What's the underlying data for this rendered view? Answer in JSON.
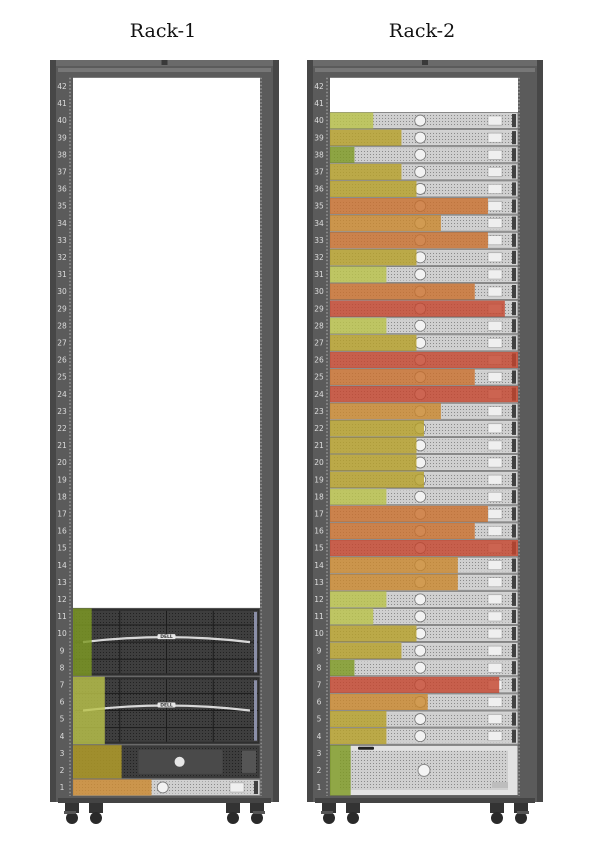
{
  "unit_count": 42,
  "racks": [
    {
      "title": "Rack-1",
      "devices": [
        {
          "unit": 1,
          "height": 1,
          "kind": "server1u",
          "util": 0.42,
          "color": "#c9872e"
        },
        {
          "unit": 2,
          "height": 2,
          "kind": "server2u",
          "util": 0.26,
          "color": "#b6a02a"
        },
        {
          "unit": 4,
          "height": 4,
          "kind": "storage",
          "util": 0.17,
          "color": "#b9c24a"
        },
        {
          "unit": 8,
          "height": 4,
          "kind": "storage",
          "util": 0.1,
          "color": "#7e9a23"
        }
      ]
    },
    {
      "title": "Rack-2",
      "devices": [
        {
          "unit": 1,
          "height": 3,
          "kind": "server3u",
          "util": 0.11,
          "color": "#7e9a23"
        },
        {
          "unit": 4,
          "height": 1,
          "kind": "server1u",
          "util": 0.3,
          "color": "#b6a02a"
        },
        {
          "unit": 5,
          "height": 1,
          "kind": "server1u",
          "util": 0.3,
          "color": "#b6a02a"
        },
        {
          "unit": 6,
          "height": 1,
          "kind": "server1u",
          "util": 0.52,
          "color": "#c9872e"
        },
        {
          "unit": 7,
          "height": 1,
          "kind": "server1u",
          "util": 0.9,
          "color": "#c4452e"
        },
        {
          "unit": 8,
          "height": 1,
          "kind": "server1u",
          "util": 0.13,
          "color": "#7e9a23"
        },
        {
          "unit": 9,
          "height": 1,
          "kind": "server1u",
          "util": 0.38,
          "color": "#b6a02a"
        },
        {
          "unit": 10,
          "height": 1,
          "kind": "server1u",
          "util": 0.46,
          "color": "#b6a02a"
        },
        {
          "unit": 11,
          "height": 1,
          "kind": "server1u",
          "util": 0.23,
          "color": "#b9c24a"
        },
        {
          "unit": 12,
          "height": 1,
          "kind": "server1u",
          "util": 0.3,
          "color": "#b9c24a"
        },
        {
          "unit": 13,
          "height": 1,
          "kind": "server1u",
          "util": 0.68,
          "color": "#c9872e"
        },
        {
          "unit": 14,
          "height": 1,
          "kind": "server1u",
          "util": 0.68,
          "color": "#c9872e"
        },
        {
          "unit": 15,
          "height": 1,
          "kind": "server1u",
          "util": 1.0,
          "color": "#c4452e"
        },
        {
          "unit": 16,
          "height": 1,
          "kind": "server1u",
          "util": 0.77,
          "color": "#c9702e"
        },
        {
          "unit": 17,
          "height": 1,
          "kind": "server1u",
          "util": 0.84,
          "color": "#c9702e"
        },
        {
          "unit": 18,
          "height": 1,
          "kind": "server1u",
          "util": 0.3,
          "color": "#b9c24a"
        },
        {
          "unit": 19,
          "height": 1,
          "kind": "server1u",
          "util": 0.5,
          "color": "#b6a02a"
        },
        {
          "unit": 20,
          "height": 1,
          "kind": "server1u",
          "util": 0.46,
          "color": "#b6a02a"
        },
        {
          "unit": 21,
          "height": 1,
          "kind": "server1u",
          "util": 0.46,
          "color": "#b6a02a"
        },
        {
          "unit": 22,
          "height": 1,
          "kind": "server1u",
          "util": 0.5,
          "color": "#b6a02a"
        },
        {
          "unit": 23,
          "height": 1,
          "kind": "server1u",
          "util": 0.59,
          "color": "#c9872e"
        },
        {
          "unit": 24,
          "height": 1,
          "kind": "server1u",
          "util": 1.0,
          "color": "#c4452e"
        },
        {
          "unit": 25,
          "height": 1,
          "kind": "server1u",
          "util": 0.77,
          "color": "#c9702e"
        },
        {
          "unit": 26,
          "height": 1,
          "kind": "server1u",
          "util": 1.0,
          "color": "#c4452e"
        },
        {
          "unit": 27,
          "height": 1,
          "kind": "server1u",
          "util": 0.46,
          "color": "#b6a02a"
        },
        {
          "unit": 28,
          "height": 1,
          "kind": "server1u",
          "util": 0.3,
          "color": "#b9c24a"
        },
        {
          "unit": 29,
          "height": 1,
          "kind": "server1u",
          "util": 0.93,
          "color": "#c4452e"
        },
        {
          "unit": 30,
          "height": 1,
          "kind": "server1u",
          "util": 0.77,
          "color": "#c9702e"
        },
        {
          "unit": 31,
          "height": 1,
          "kind": "server1u",
          "util": 0.3,
          "color": "#b9c24a"
        },
        {
          "unit": 32,
          "height": 1,
          "kind": "server1u",
          "util": 0.46,
          "color": "#b6a02a"
        },
        {
          "unit": 33,
          "height": 1,
          "kind": "server1u",
          "util": 0.84,
          "color": "#c9702e"
        },
        {
          "unit": 34,
          "height": 1,
          "kind": "server1u",
          "util": 0.59,
          "color": "#c9872e"
        },
        {
          "unit": 35,
          "height": 1,
          "kind": "server1u",
          "util": 0.84,
          "color": "#c9702e"
        },
        {
          "unit": 36,
          "height": 1,
          "kind": "server1u",
          "util": 0.46,
          "color": "#b6a02a"
        },
        {
          "unit": 37,
          "height": 1,
          "kind": "server1u",
          "util": 0.38,
          "color": "#b6a02a"
        },
        {
          "unit": 38,
          "height": 1,
          "kind": "server1u",
          "util": 0.13,
          "color": "#7e9a23"
        },
        {
          "unit": 39,
          "height": 1,
          "kind": "server1u",
          "util": 0.38,
          "color": "#b6a02a"
        },
        {
          "unit": 40,
          "height": 1,
          "kind": "server1u",
          "util": 0.23,
          "color": "#b9c24a"
        }
      ]
    }
  ]
}
